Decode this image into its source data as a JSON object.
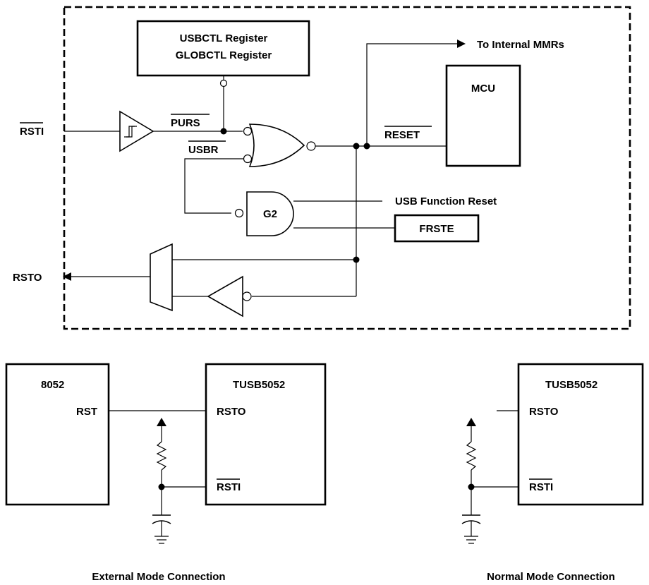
{
  "top": {
    "usbctl_line1": "USBCTL Register",
    "usbctl_line2": "GLOBCTL Register",
    "to_mmrs": "To Internal MMRs",
    "mcu": "MCU",
    "rsti": "RSTI",
    "purs": "PURS",
    "usbr": "USBR",
    "reset": "RESET",
    "g2": "G2",
    "usb_function_reset": "USB Function Reset",
    "frste": "FRSTE",
    "rsto": "RSTO"
  },
  "bottom_left": {
    "chip_8052": "8052",
    "rst": "RST",
    "chip_tusb": "TUSB5052",
    "rsto": "RSTO",
    "rsti": "RSTI",
    "caption": "External Mode Connection"
  },
  "bottom_right": {
    "chip_tusb": "TUSB5052",
    "rsto": "RSTO",
    "rsti": "RSTI",
    "caption": "Normal Mode Connection"
  }
}
